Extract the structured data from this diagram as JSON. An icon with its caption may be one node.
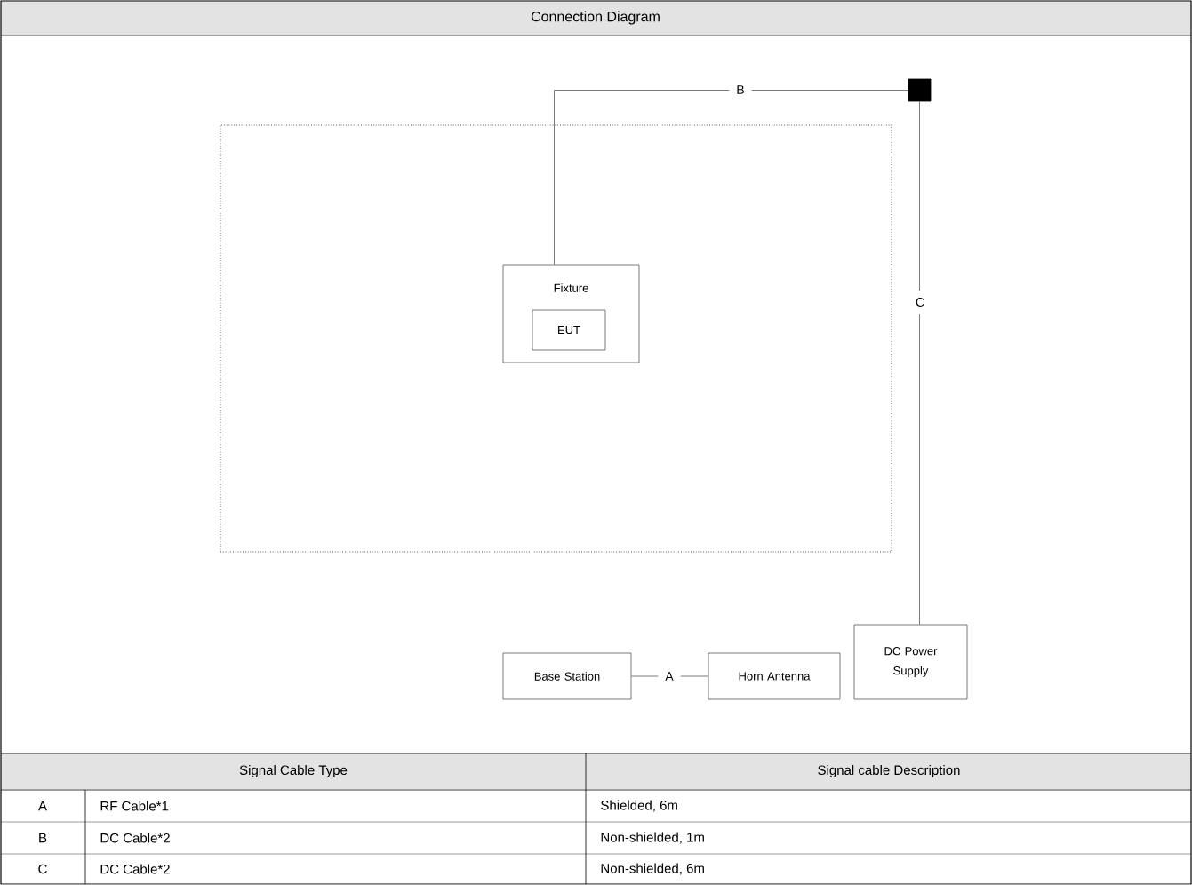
{
  "diagram": {
    "title": "Connection Diagram",
    "nodes": [
      {
        "text": [],
        "shape": "box"
      },
      {
        "text": [
          "Fixture"
        ],
        "in": 0
      },
      {
        "text": [
          "EUT"
        ],
        "in": 1
      },
      {
        "text": [],
        "shape": "box"
      },
      {
        "text": [
          "Base Station"
        ]
      },
      {
        "text": [
          "Horn Antenna"
        ]
      },
      {
        "text": [
          "DC Power Supply"
        ]
      }
    ],
    "edges": [
      {
        "from": 1,
        "to": 3,
        "arrow": "none",
        "label": "B"
      },
      {
        "from": 3,
        "to": 6,
        "arrow": "none",
        "label": "C"
      },
      {
        "from": 4,
        "to": 5,
        "arrow": "none",
        "label": "A"
      }
    ],
    "labels": [
      "Signal Cable Type",
      "Signal cable Description",
      "A",
      "RF Cable*1",
      "Shielded, 6m",
      "B",
      "DC Cable*2",
      "Non-shielded, 1m",
      "C",
      "DC Cable*2",
      "Non-shielded, 6m"
    ]
  }
}
